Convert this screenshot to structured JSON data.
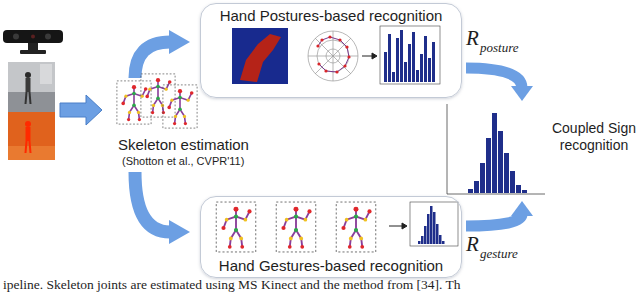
{
  "diagram": {
    "caption": "ipeline. Skeleton joints are estimated using MS Kinect and the method from [34]. Th",
    "nodes": [
      {
        "text": [
          "Hand Postures-based recognition"
        ]
      },
      {
        "text": [
          "Hand Gestures-based recognition"
        ]
      }
    ],
    "labels": [
      "Skeleton estimation",
      "(Shotton et al., CVPR'11)",
      "R",
      "posture",
      "Coupled Sign recognition",
      "R",
      "gesture"
    ]
  }
}
